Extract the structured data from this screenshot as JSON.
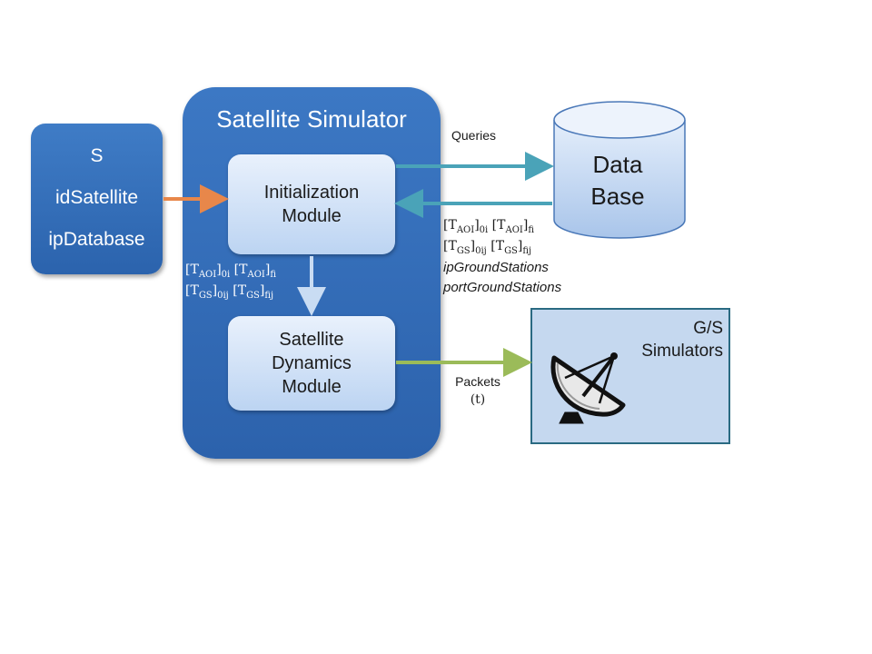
{
  "input_block": {
    "line1": "S",
    "line2": "idSatellite",
    "line3": "ipDatabase"
  },
  "simulator": {
    "title": "Satellite Simulator",
    "init_module": {
      "line1": "Initialization",
      "line2": "Module"
    },
    "dynamics_module": {
      "line1": "Satellite",
      "line2": "Dynamics",
      "line3": "Module"
    },
    "internal_params": {
      "t_aoi_0": "[T",
      "t_aoi_0_sub": "AOI",
      "t_aoi_0_tail": "]",
      "t_aoi_0_idx": "0i",
      "t_aoi_f": "[T",
      "t_aoi_f_sub": "AOI",
      "t_aoi_f_tail": "]",
      "t_aoi_f_idx": "fi",
      "t_gs_0": "[T",
      "t_gs_0_sub": "GS",
      "t_gs_0_tail": "]",
      "t_gs_0_idx": "0ij",
      "t_gs_f": "[T",
      "t_gs_f_sub": "GS",
      "t_gs_f_tail": "]",
      "t_gs_f_idx": "fij"
    }
  },
  "database": {
    "line1": "Data",
    "line2": "Base"
  },
  "queries_label": "Queries",
  "db_response": {
    "t_aoi_0": "[T",
    "t_aoi_0_sub": "AOI",
    "t_aoi_0_tail": "]",
    "t_aoi_0_idx": "0i",
    "t_aoi_f": "[T",
    "t_aoi_f_sub": "AOI",
    "t_aoi_f_tail": "]",
    "t_aoi_f_idx": "fi",
    "t_gs_0": "[T",
    "t_gs_0_sub": "GS",
    "t_gs_0_tail": "]",
    "t_gs_0_idx": "0ij",
    "t_gs_f": "[T",
    "t_gs_f_sub": "GS",
    "t_gs_f_tail": "]",
    "t_gs_f_idx": "fij",
    "ip_ground_stations": "ipGroundStations",
    "port_ground_stations": "portGroundStations"
  },
  "packets": {
    "label": "Packets",
    "time": "(t)"
  },
  "gs_simulators": {
    "line1": "G/S",
    "line2": "Simulators"
  },
  "icons": {
    "antenna": "satellite-dish-icon"
  },
  "colors": {
    "block_blue": "#2e68b2",
    "module_fill": "#d6e4f7",
    "arrow_orange": "#e8874a",
    "arrow_teal": "#4aa3b8",
    "arrow_green": "#9bbb59",
    "arrow_light": "#c9dcf3",
    "gs_fill": "#c5d8ef"
  }
}
